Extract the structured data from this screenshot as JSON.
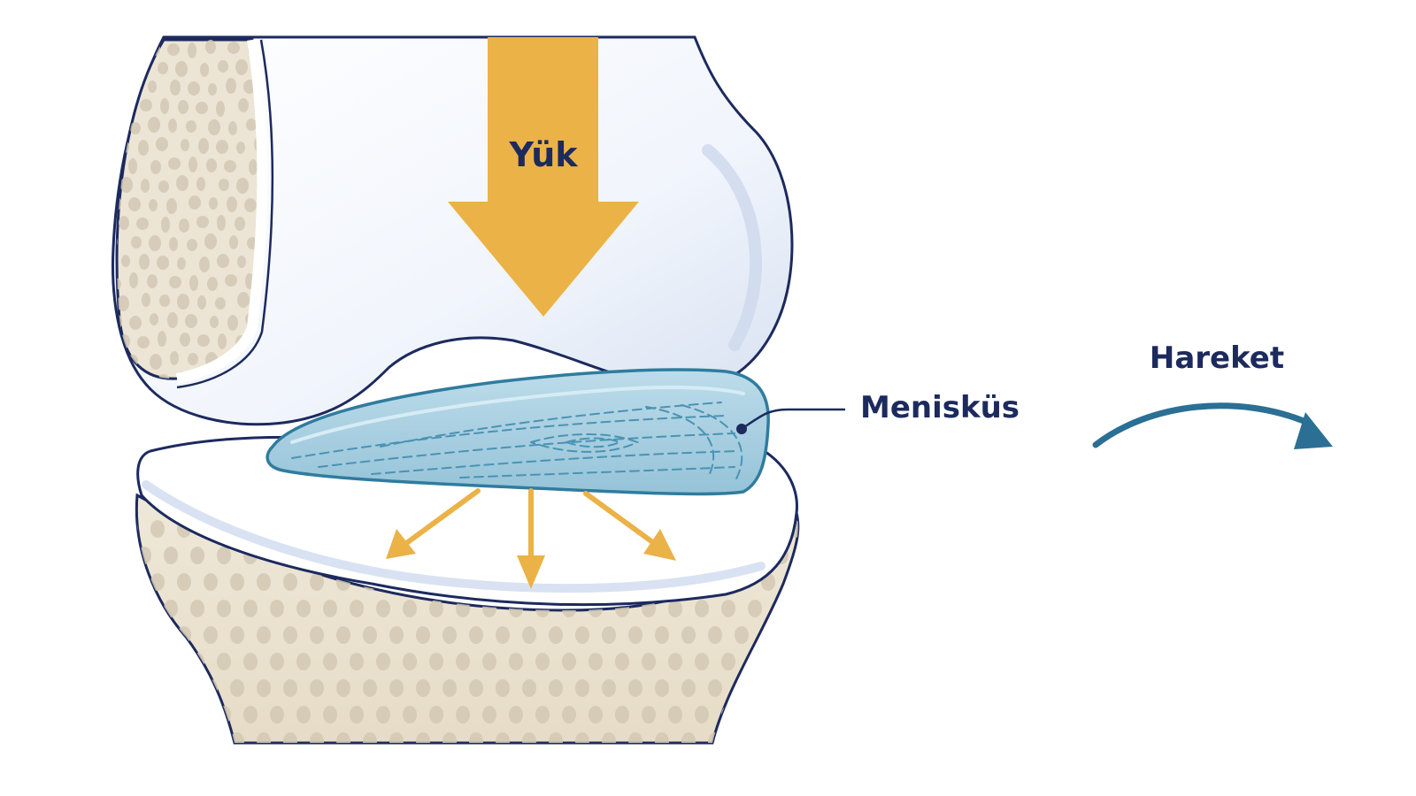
{
  "labels": {
    "load": "Yük",
    "meniscus": "Menisküs",
    "motion": "Hareket"
  },
  "colors": {
    "background": "#ffffff",
    "outline": "#1c2a5e",
    "bone_white": "#f4f7fd",
    "bone_shade": "#dfe6f4",
    "spongy_bone": "#ece5d5",
    "spongy_hole": "#d2c8b4",
    "cartilage": "#ffffff",
    "meniscus_fill": "#a8cfe0",
    "meniscus_stroke": "#2f7c9e",
    "meniscus_lines": "#4a93b4",
    "load_arrow": "#ebb247",
    "motion_arrow": "#2b6f94",
    "label_text": "#1c2a5e"
  },
  "icons": {
    "load_arrow": "arrow-down-icon",
    "spread_arrows": "arrow-spread-icon",
    "motion_arrow": "curved-arrow-right-icon"
  }
}
